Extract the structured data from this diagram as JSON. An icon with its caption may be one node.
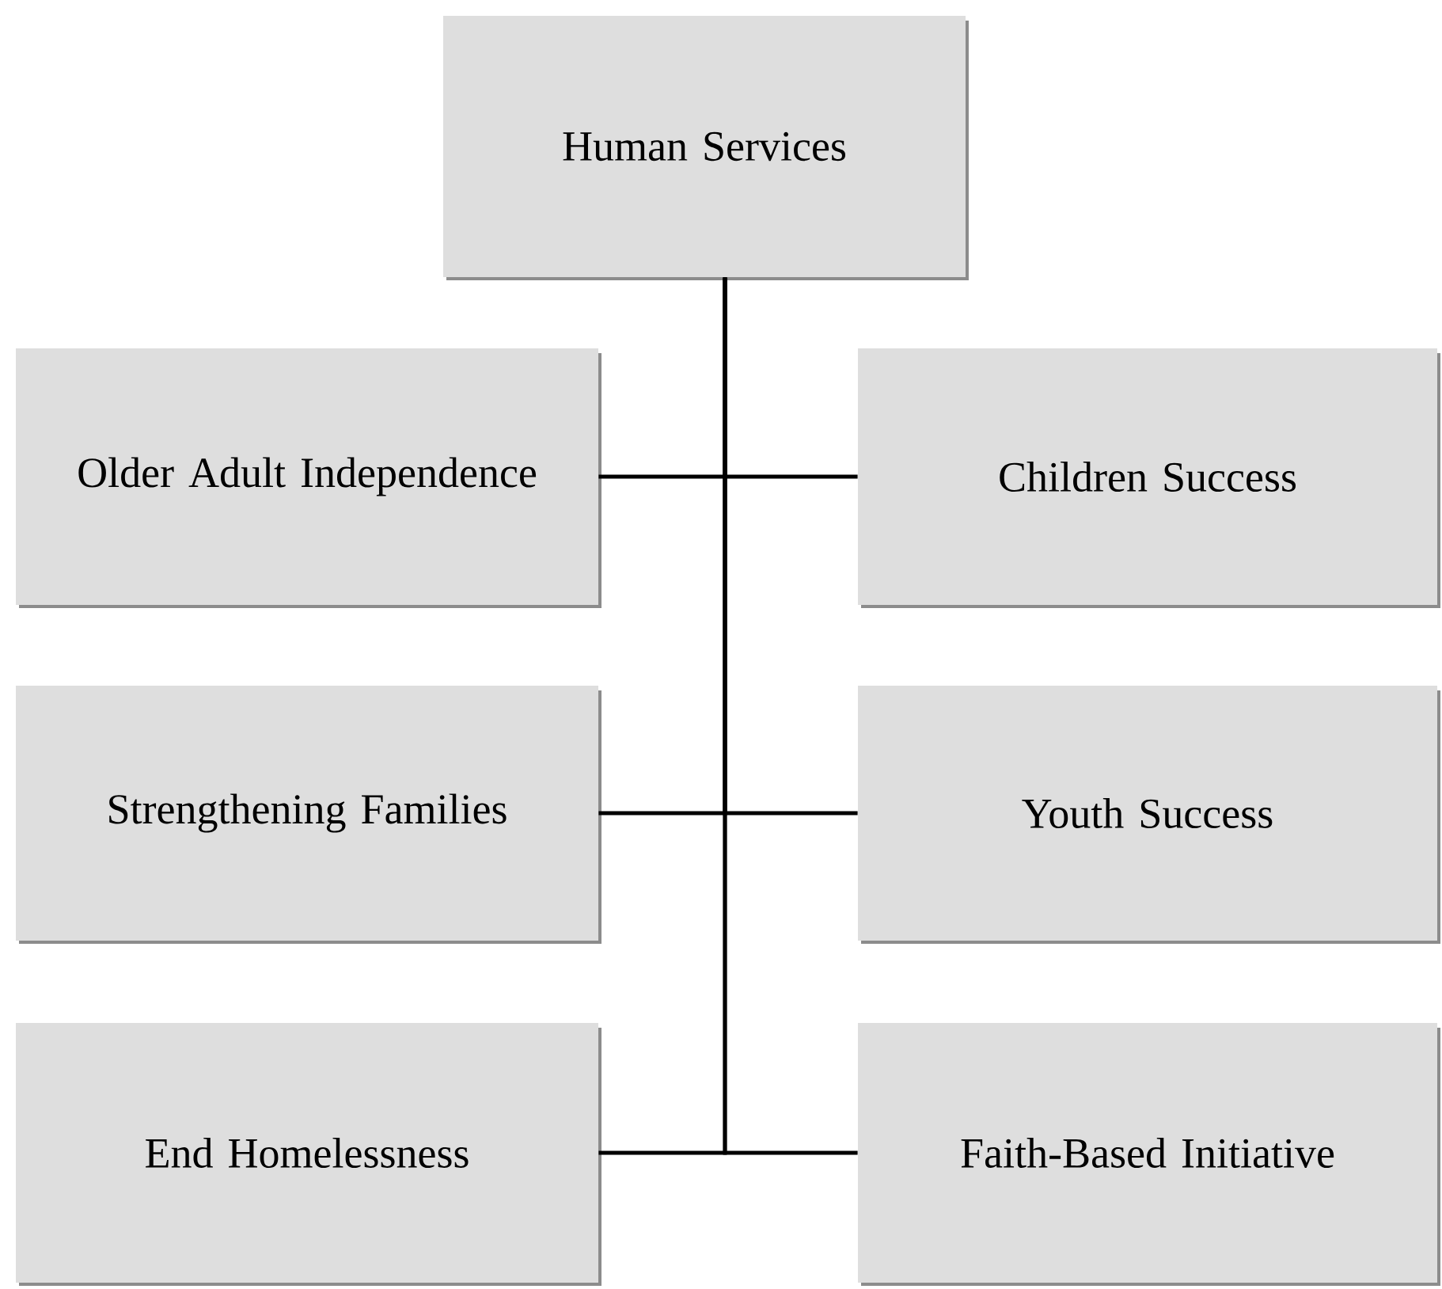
{
  "diagram": {
    "nodes": [
      {
        "text": [
          "Human Services"
        ]
      },
      {
        "text": [
          "Older Adult Independence"
        ]
      },
      {
        "text": [
          "Children Success"
        ]
      },
      {
        "text": [
          "Strengthening Families"
        ]
      },
      {
        "text": [
          "Youth Success"
        ]
      },
      {
        "text": [
          "End Homelessness"
        ]
      },
      {
        "text": [
          "Faith-Based Initiative"
        ]
      }
    ],
    "edges": [
      {
        "from": 0,
        "to": 1,
        "arrow": "none"
      },
      {
        "from": 0,
        "to": 2,
        "arrow": "none"
      },
      {
        "from": 0,
        "to": 3,
        "arrow": "none"
      },
      {
        "from": 0,
        "to": 4,
        "arrow": "none"
      },
      {
        "from": 0,
        "to": 5,
        "arrow": "none"
      },
      {
        "from": 0,
        "to": 6,
        "arrow": "none"
      }
    ]
  }
}
